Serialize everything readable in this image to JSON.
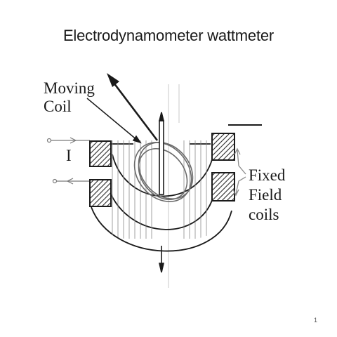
{
  "slide": {
    "title": "Electrodynamometer wattmeter",
    "page_number": "1"
  },
  "labels": {
    "moving_line1": "Moving",
    "moving_line2": "Coil",
    "current": "I",
    "fixed_line1": "Fixed",
    "fixed_line2": "Field",
    "fixed_line3": "coils"
  },
  "colors": {
    "ink": "#1a1a1a",
    "hatch": "#2b2b2b",
    "background": "#ffffff"
  }
}
